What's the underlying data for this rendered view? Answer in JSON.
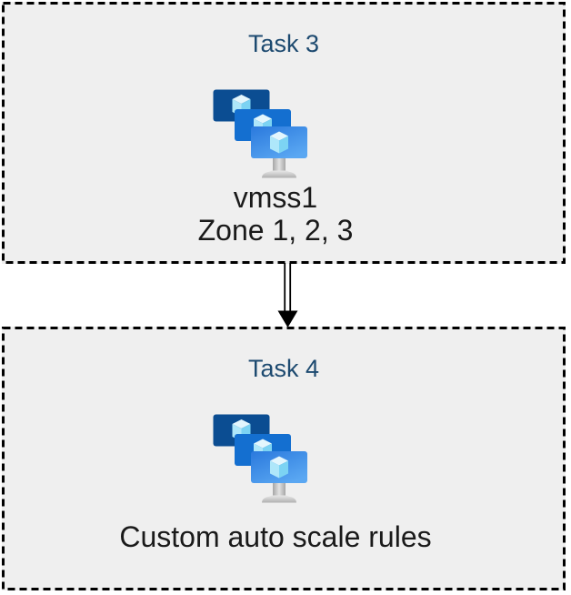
{
  "diagram": {
    "tasks": [
      {
        "title": "Task 3",
        "icon": "vm-scale-sets-icon",
        "lines": [
          "vmss1",
          "Zone 1, 2, 3"
        ]
      },
      {
        "title": "Task 4",
        "icon": "vm-scale-sets-icon",
        "lines": [
          "Custom auto scale rules"
        ]
      }
    ],
    "connector": {
      "shape": "double-line-arrow",
      "direction": "down"
    }
  },
  "colors": {
    "box_background": "#efefef",
    "box_border": "#000000",
    "title_text": "#1d4a70",
    "body_text": "#1a1a1a",
    "monitor_back": "#0b4d92",
    "monitor_middle": "#146fd0",
    "monitor_front_start": "#2a79dd",
    "monitor_front_end": "#5aa7f2",
    "cube_top": "#e3f6fd",
    "cube_left": "#aee7fa",
    "cube_right": "#7cd3f3",
    "stand_light": "#e2e2e2",
    "stand_dark": "#a6a6a6"
  }
}
